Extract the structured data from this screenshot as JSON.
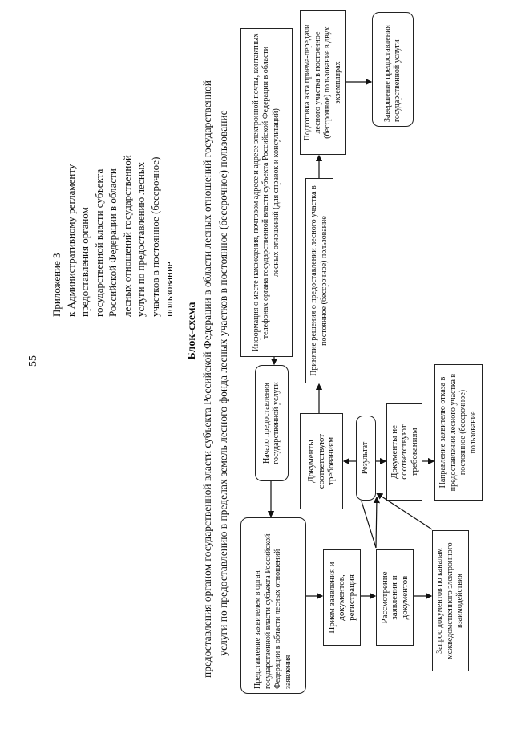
{
  "page_number": "55",
  "appendix": {
    "lines": [
      "Приложение 3",
      "к Административному регламенту",
      "предоставления органом",
      "государственной власти субъекта",
      "Российской Федерации в области",
      "лесных отношений государственной",
      "услуги по предоставлению лесных",
      "участков в постоянное (бессрочное)",
      "пользование"
    ]
  },
  "title": "Блок-схема",
  "subtitle": [
    "предоставления органом государственной власти субъекта Российской Федерации в области лесных отношений государственной",
    "услуги по предоставлению в пределах земель лесного фонда лесных участков в постоянное (бессрочное) пользование"
  ],
  "flowchart": {
    "info": "Информация о месте нахождения, почтовом адресе и адресе электронной почты, контактных телефонах органа государственной власти субъекта Российской Федерации в области лесных отношений (для справок и консультаций)",
    "start": "Начало предоставления государственной услуги",
    "application": "Представление заявителем в орган государственной власти субъекта Российской Федерации в области лесных отношений заявления",
    "reception": "Прием заявления и документов, регистрация",
    "review": "Рассмотрение заявления и документов",
    "request": "Запрос документов по каналам межведомственного электронного взаимодействия",
    "result": "Результат",
    "docs_ok": "Документы соответствуют требованиям",
    "docs_not_ok": "Документы не соответствуют требованиям",
    "refusal": "Направление заявителю отказа в предоставлении лесного участка в постоянное (бессрочное) пользование",
    "decision": "Принятие решения о предоставлении лесного участка в постоянное (бессрочное) пользование",
    "act": "Подготовка акта приема-передачи лесного участка в постоянное (бессрочное) пользование в двух экземплярах",
    "finish": "Завершение предоставления государственной услуги"
  }
}
